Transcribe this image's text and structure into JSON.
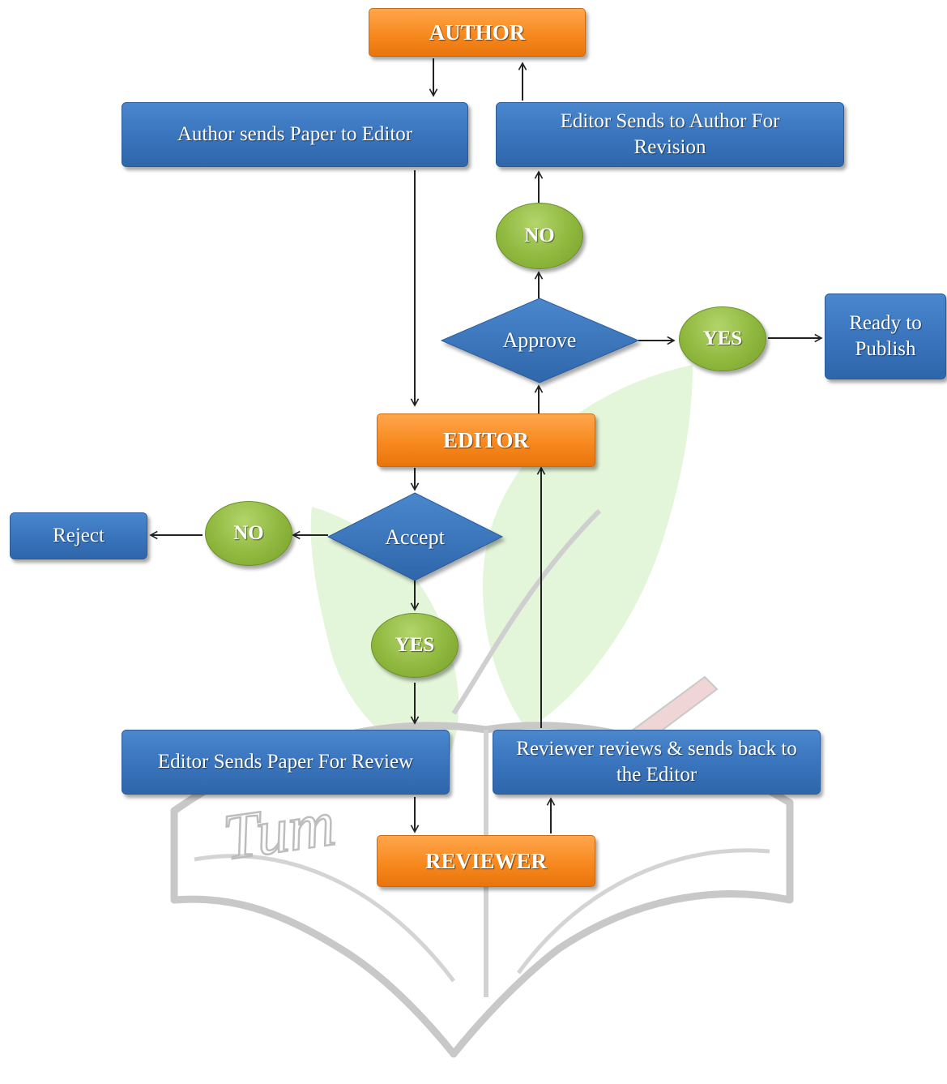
{
  "diagram": {
    "nodes": {
      "author": "AUTHOR",
      "author_sends": "Author sends Paper to Editor",
      "editor_revision": "Editor Sends to Author For Revision",
      "approve_no": "NO",
      "approve": "Approve",
      "approve_yes": "YES",
      "ready": "Ready to Publish",
      "editor": "EDITOR",
      "accept": "Accept",
      "accept_no": "NO",
      "reject": "Reject",
      "accept_yes": "YES",
      "editor_review": "Editor Sends Paper For Review",
      "reviewer_reviews": "Reviewer reviews & sends back to the Editor",
      "reviewer": "REVIEWER"
    },
    "watermark_text": "Tum",
    "colors": {
      "role_box": "#f7891f",
      "process_box": "#3a75bd",
      "decision": "#3a75bd",
      "outcome": "#8fb83e",
      "arrow": "#222222",
      "leaf": "#dff5d3"
    }
  }
}
